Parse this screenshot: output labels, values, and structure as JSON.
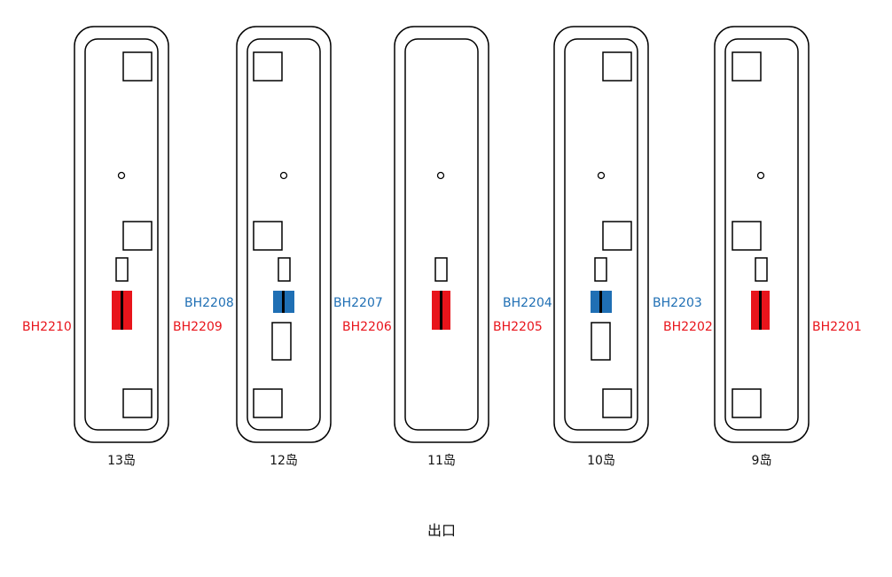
{
  "colors": {
    "red": "#e8141b",
    "blue": "#1f6fb4",
    "outline": "#000000"
  },
  "islands": [
    {
      "name": "13岛"
    },
    {
      "name": "12岛"
    },
    {
      "name": "11岛"
    },
    {
      "name": "10岛"
    },
    {
      "name": "9岛"
    }
  ],
  "labels": [
    {
      "text": "BH2210",
      "color": "red"
    },
    {
      "text": "BH2208",
      "color": "blue"
    },
    {
      "text": "BH2209",
      "color": "red"
    },
    {
      "text": "BH2207",
      "color": "blue"
    },
    {
      "text": "BH2206",
      "color": "red"
    },
    {
      "text": "BH2204",
      "color": "blue"
    },
    {
      "text": "BH2205",
      "color": "red"
    },
    {
      "text": "BH2203",
      "color": "blue"
    },
    {
      "text": "BH2202",
      "color": "red"
    },
    {
      "text": "BH2201",
      "color": "red"
    }
  ],
  "exit_label": "出口"
}
